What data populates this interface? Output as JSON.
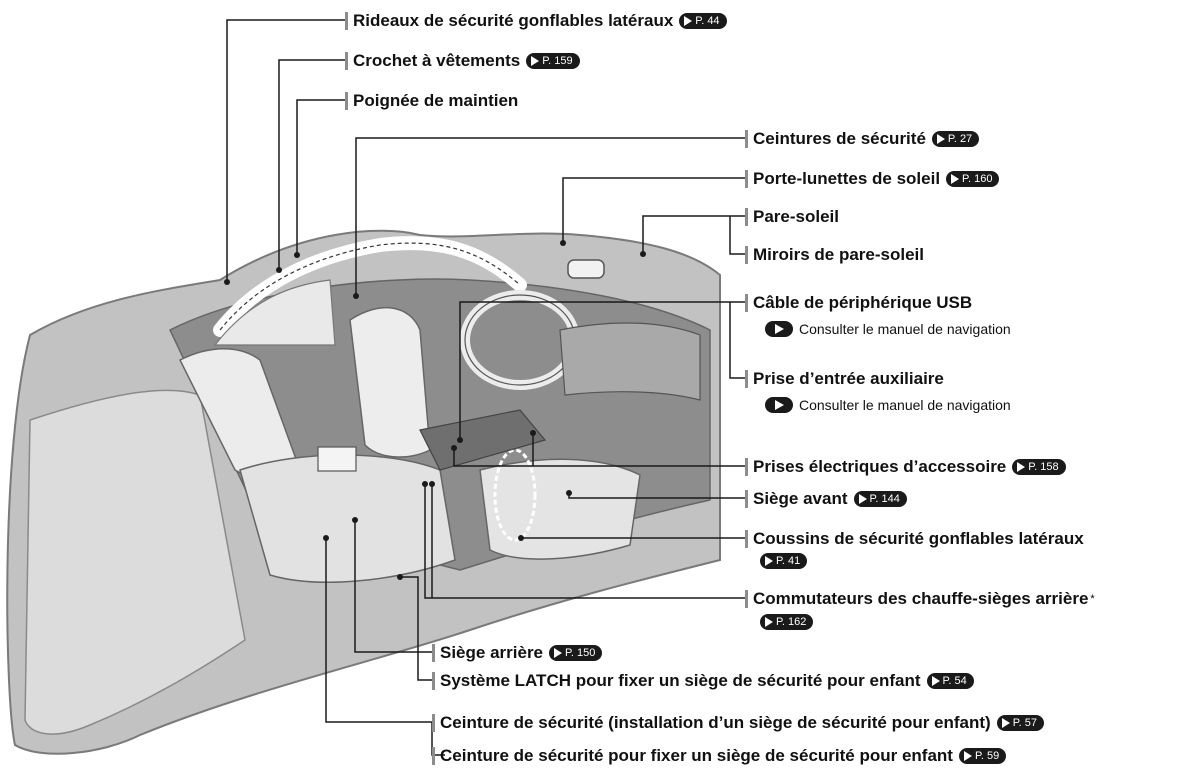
{
  "labels": {
    "side_curtain_airbags": {
      "text": "Rideaux de sécurité gonflables latéraux",
      "page": "P. 44"
    },
    "coat_hook": {
      "text": "Crochet à vêtements",
      "page": "P. 159"
    },
    "grab_handle": {
      "text": "Poignée de maintien"
    },
    "seat_belts": {
      "text": "Ceintures de sécurité",
      "page": "P. 27"
    },
    "sunglasses_holder": {
      "text": "Porte-lunettes de soleil",
      "page": "P. 160"
    },
    "sun_visors": {
      "text": "Pare-soleil"
    },
    "vanity_mirrors": {
      "text": "Miroirs de pare-soleil"
    },
    "usb_cable": {
      "text": "Câble de périphérique USB",
      "note": "Consulter le manuel de navigation"
    },
    "aux_jack": {
      "text": "Prise d’entrée auxiliaire",
      "note": "Consulter le manuel de navigation"
    },
    "accessory_sockets": {
      "text": "Prises électriques d’accessoire",
      "page": "P. 158"
    },
    "front_seat": {
      "text": "Siège avant",
      "page": "P. 144"
    },
    "side_airbags": {
      "text": "Coussins de sécurité gonflables latéraux",
      "page": "P. 41"
    },
    "rear_seat_heaters": {
      "text": "Commutateurs des chauffe-sièges arrière",
      "mark": "*",
      "page": "P. 162"
    },
    "rear_seat": {
      "text": "Siège arrière",
      "page": "P. 150"
    },
    "latch_system": {
      "text": "Système LATCH pour fixer un siège de sécurité pour enfant",
      "page": "P. 54"
    },
    "seat_belt_install": {
      "text": "Ceinture de sécurité (installation d’un siège de sécurité pour enfant)",
      "page": "P. 57"
    },
    "seat_belt_child": {
      "text": "Ceinture de sécurité pour fixer un siège de sécurité pour enfant",
      "page": "P. 59"
    }
  },
  "colors": {
    "body_fill": "#b8b8b8",
    "interior_dark": "#7d7d7d",
    "seat_fill": "#e6e6e6",
    "line": "#1a1a1a",
    "badge": "#1a1a1a"
  }
}
